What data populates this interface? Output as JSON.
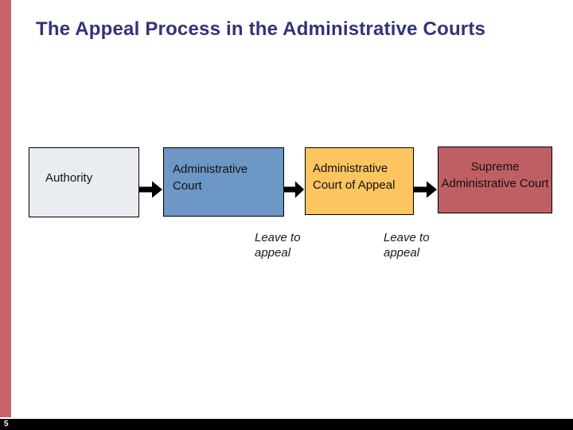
{
  "slide": {
    "title": "The Appeal Process in the Administrative Courts",
    "title_color": "#333377",
    "background": "#ffffff",
    "accent_bar_color": "#c6646a",
    "footer_bar_color": "#000000",
    "page_number": "5"
  },
  "diagram": {
    "nodes": [
      {
        "label": "Authority",
        "fill": "#e9ecf1"
      },
      {
        "label": "Administrative Court",
        "fill": "#6d97c4"
      },
      {
        "label": "Administrative Court of Appeal",
        "fill": "#fcc55f"
      },
      {
        "label": "Supreme Administrative Court",
        "fill": "#bf5f64"
      }
    ],
    "arrow_color": "#000000",
    "annotations": [
      {
        "label": "Leave to appeal"
      },
      {
        "label": "Leave to appeal"
      }
    ]
  }
}
